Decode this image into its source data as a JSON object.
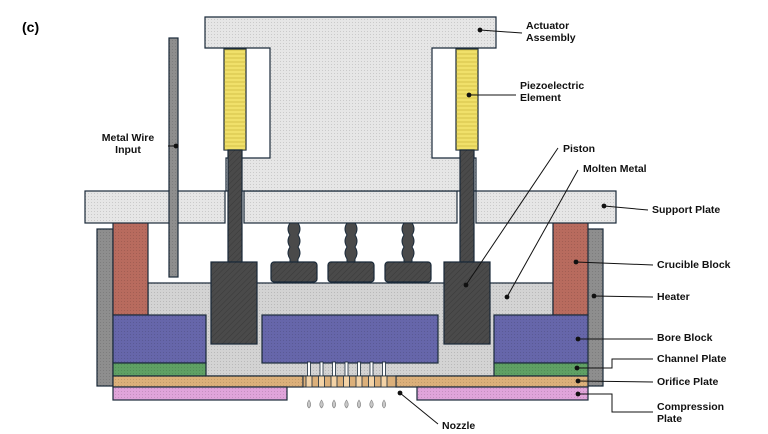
{
  "figure": {
    "panel_label": "(c)"
  },
  "labels": {
    "actuator_assembly": [
      "Actuator",
      "Assembly"
    ],
    "piezoelectric_element": [
      "Piezoelectric",
      "Element"
    ],
    "metal_wire_input": [
      "Metal Wire",
      "Input"
    ],
    "piston": [
      "Piston"
    ],
    "molten_metal": [
      "Molten Metal"
    ],
    "support_plate": [
      "Support Plate"
    ],
    "crucible_block": [
      "Crucible Block"
    ],
    "heater": [
      "Heater"
    ],
    "bore_block": [
      "Bore Block"
    ],
    "channel_plate": [
      "Channel Plate"
    ],
    "orifice_plate": [
      "Orifice Plate"
    ],
    "compression_plate": [
      "Compression",
      "Plate"
    ],
    "nozzle": [
      "Nozzle"
    ]
  },
  "colors": {
    "outline": "#1a2a3a",
    "light_gray": "#e6e6e6",
    "molten": "#d3d3d3",
    "dark": "#4a4a4a",
    "piezo": "#f0e06a",
    "crucible": "#b86b5e",
    "bore": "#6666aa",
    "channel": "#5fa064",
    "orifice": "#dcb07a",
    "compression": "#e0a4da",
    "heater": "#8e8e8e",
    "droplet": "#c8c8c8"
  }
}
